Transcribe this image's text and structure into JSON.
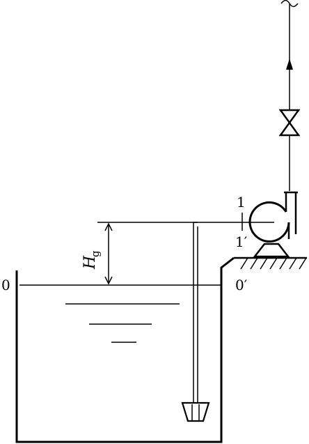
{
  "labels": {
    "section_in_top": "1",
    "section_in_bottom": "1′",
    "datum_left": "0",
    "datum_right": "0′",
    "height_symbol": "H",
    "height_subscript": "g"
  },
  "icons": [
    "tank",
    "suction-pipe",
    "foot-valve",
    "centrifugal-pump",
    "discharge-pipe",
    "gate-valve",
    "flow-arrow",
    "ground-hatching",
    "break-symbol"
  ]
}
